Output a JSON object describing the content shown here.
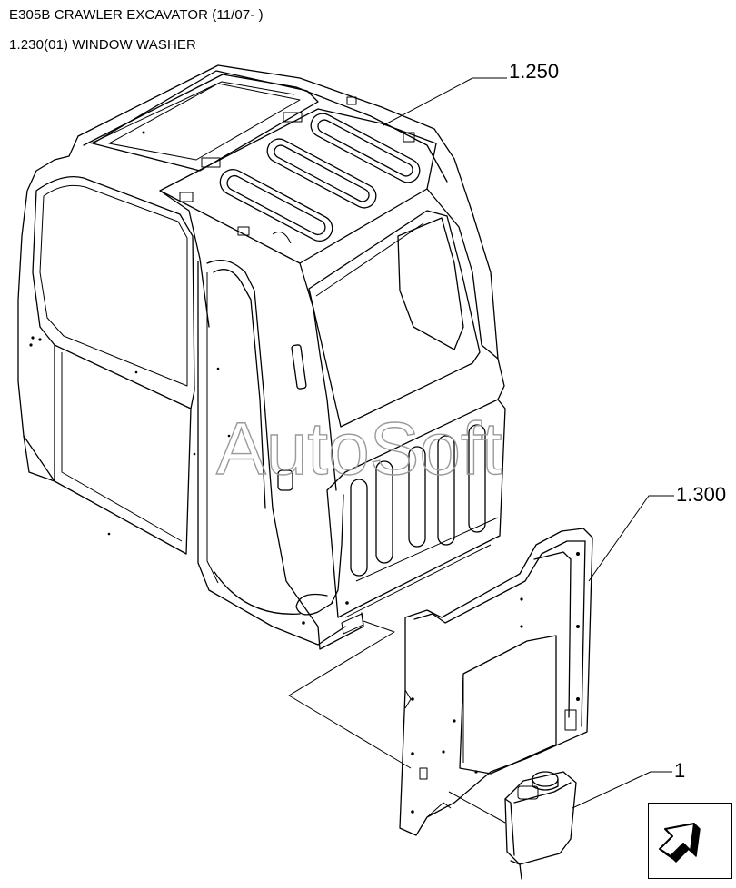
{
  "header": {
    "model": "E305B CRAWLER EXCAVATOR (11/07- )",
    "section": "1.230(01) WINDOW WASHER"
  },
  "callouts": {
    "cab_ref": "1.250",
    "panel_ref": "1.300",
    "tank_item": "1"
  },
  "watermark": "AutoSoft",
  "icons": {
    "nav": "next-page-arrow-icon"
  }
}
